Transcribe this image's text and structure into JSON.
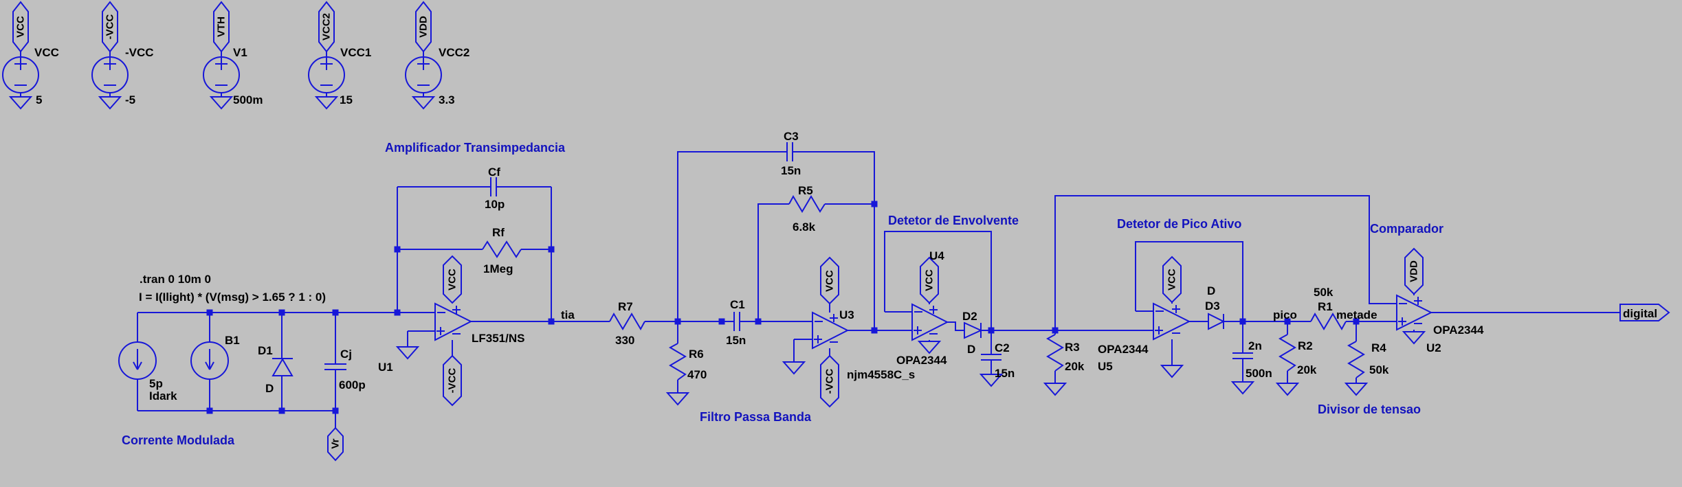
{
  "colors": {
    "background": "#c0c0c0",
    "wire": "#1717d8",
    "comment_text": "#1212be",
    "component_text": "#000000"
  },
  "power_sources": [
    {
      "flag": "VCC",
      "name": "VCC",
      "value": "5"
    },
    {
      "flag": "-VCC",
      "name": "-VCC",
      "value": "-5"
    },
    {
      "flag": "VTH",
      "name": "V1",
      "value": "500m"
    },
    {
      "flag": "VCC2",
      "name": "VCC1",
      "value": "15"
    },
    {
      "flag": "VDD",
      "name": "VCC2",
      "value": "3.3"
    }
  ],
  "annotations": {
    "directive": ".tran 0 10m 0",
    "behavioral_expr": "I = I(Ilight) * (V(msg) > 1.65 ? 1 : 0)"
  },
  "section_labels": {
    "modulated": "Corrente Modulada",
    "tia": "Amplificador Transimpedancia",
    "bandpass": "Filtro Passa Banda",
    "envelope": "Detetor de Envolvente",
    "peak": "Detetor de Pico Ativo",
    "comparator": "Comparador",
    "divider": "Divisor de tensao"
  },
  "photodiode": {
    "idark_value": "5p",
    "idark_name": "Idark",
    "b1_name": "B1",
    "d1_name": "D1",
    "d1_model": "D",
    "cj_name": "Cj",
    "cj_value": "600p",
    "vr_flag": "Vr"
  },
  "tia": {
    "cf_name": "Cf",
    "cf_value": "10p",
    "rf_name": "Rf",
    "rf_value": "1Meg",
    "u1_name": "U1",
    "u1_model": "LF351/NS",
    "vcc_flag": "VCC",
    "neg_vcc_flag": "-VCC",
    "out_net": "tia"
  },
  "bandpass": {
    "r7_name": "R7",
    "r7_value": "330",
    "r6_name": "R6",
    "r6_value": "470",
    "c1_name": "C1",
    "c1_value": "15n",
    "c3_name": "C3",
    "c3_value": "15n",
    "r5_name": "R5",
    "r5_value": "6.8k",
    "u3_name": "U3",
    "u3_model": "njm4558C_s",
    "vcc_flag": "VCC",
    "neg_vcc_flag": "-VCC"
  },
  "envelope": {
    "u4_name": "U4",
    "u4_model": "OPA2344",
    "vcc_flag": "VCC",
    "d2_name": "D2",
    "d2_model": "D",
    "c2_name": "C2",
    "c2_value": "15n",
    "r3_name": "R3",
    "r3_value": "20k"
  },
  "peak": {
    "u5_name": "U5",
    "u5_model": "OPA2344",
    "vcc_flag": "VCC",
    "d3_name": "D3",
    "d3_model": "D",
    "cap_name": "2n",
    "cap_value": "500n",
    "r2_name": "R2",
    "r2_value": "20k",
    "out_net": "pico"
  },
  "divider": {
    "r1_name": "R1",
    "r1_value": "50k",
    "r4_name": "R4",
    "r4_value": "50k",
    "mid_net": "metade"
  },
  "comparator": {
    "u2_name": "U2",
    "u2_model": "OPA2344",
    "vdd_flag": "VDD",
    "out_port": "digital"
  }
}
